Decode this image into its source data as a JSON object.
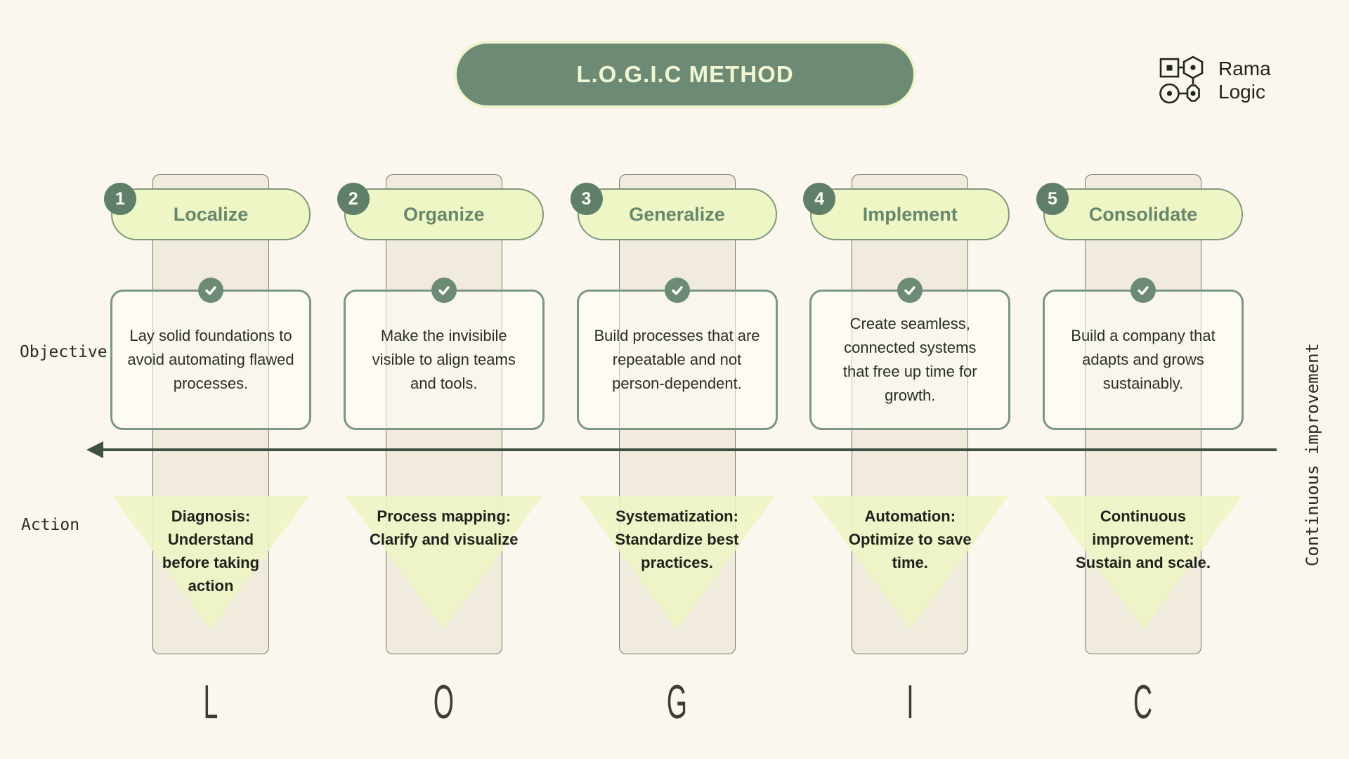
{
  "title": "L.O.G.I.C METHOD",
  "brand": {
    "line1": "Rama",
    "line2": "Logic"
  },
  "row_labels": {
    "objective": "Objective",
    "action": "Action"
  },
  "arrow_label": "Continuous improvement",
  "columns": [
    {
      "number": "1",
      "name": "Localize",
      "letter": "L",
      "objective": "Lay solid foundations to\navoid automating flawed\nprocesses.",
      "action": "Diagnosis:\nUnderstand\nbefore taking\naction"
    },
    {
      "number": "2",
      "name": "Organize",
      "letter": "O",
      "objective": "Make the invisibile\nvisible to align teams\nand tools.",
      "action": "Process mapping:\nClarify and visualize"
    },
    {
      "number": "3",
      "name": "Generalize",
      "letter": "G",
      "objective": "Build processes that are\nrepeatable and not\nperson-dependent.",
      "action": "Systematization:\nStandardize best\npractices."
    },
    {
      "number": "4",
      "name": "Implement",
      "letter": "I",
      "objective": "Create seamless,\nconnected systems\nthat free up time for\ngrowth.",
      "action": "Automation:\nOptimize to save\ntime."
    },
    {
      "number": "5",
      "name": "Consolidate",
      "letter": "C",
      "objective": "Build a company that\nadapts and grows\nsustainably.",
      "action": "Continuous\nimprovement:\nSustain and scale."
    }
  ],
  "colors": {
    "background": "#fbf7ee",
    "sage_dark": "#6c8a74",
    "badge_green": "#5f7f69",
    "pill_yellow": "#eff6c5",
    "pill_border": "#7f987f",
    "bar_beige": "#f0ebdd",
    "triangle_yellow": "#eef5c5",
    "arrow_dark": "#3e5144",
    "header_text_green": "#67876d",
    "title_text_cream": "#f2f7d3"
  },
  "icons": {
    "check": "check-icon",
    "logo": "rama-logic-logo"
  }
}
